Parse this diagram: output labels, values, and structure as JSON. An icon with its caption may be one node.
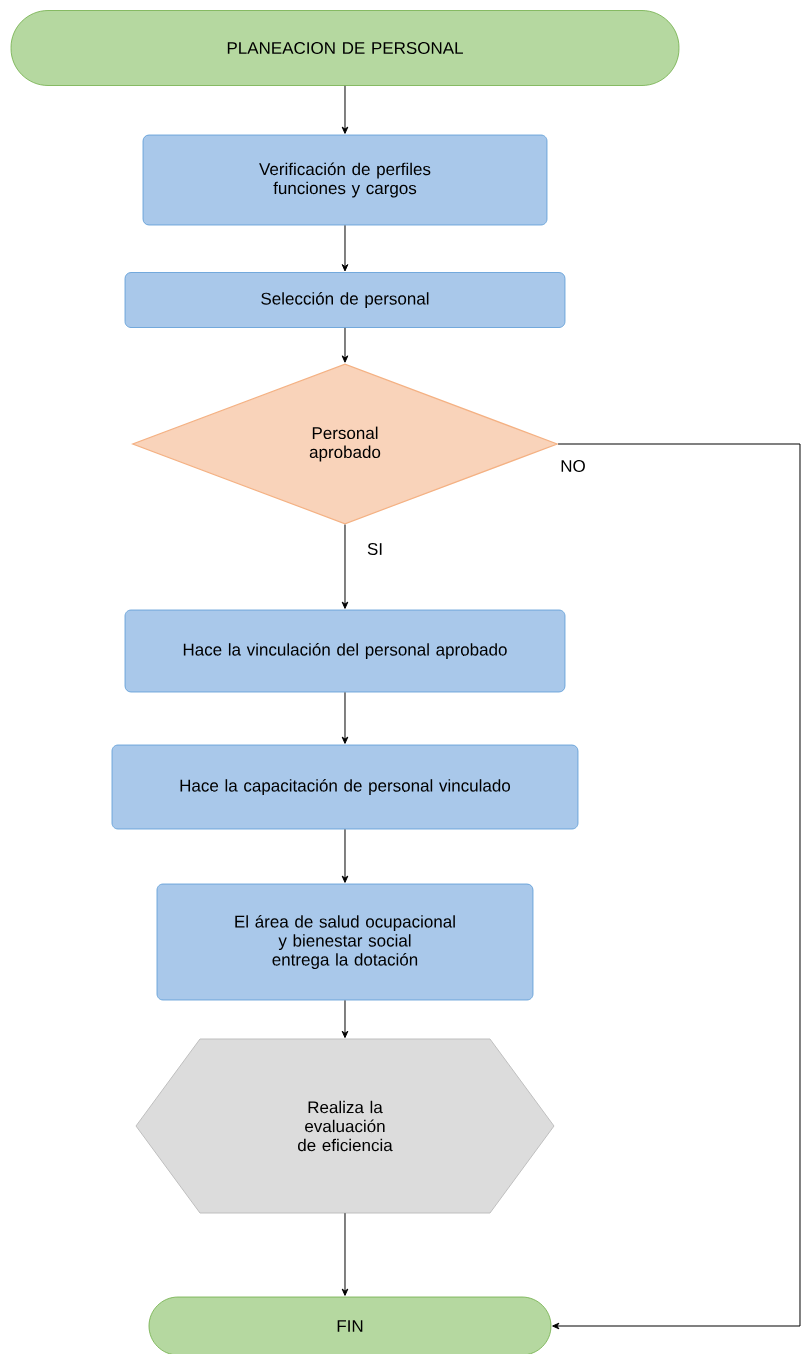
{
  "diagram": {
    "nodes": [
      {
        "text": [
          "PLANEACION DE PERSONAL"
        ]
      },
      {
        "text": [
          "Verificación de perfiles funciones y cargos"
        ]
      },
      {
        "text": [
          "Selección de personal"
        ]
      },
      {
        "text": [
          "Personal aprobado"
        ]
      },
      {
        "text": [
          "Hace la vinculación del personal aprobado"
        ]
      },
      {
        "text": [
          "Hace la capacitación de personal vinculado"
        ]
      },
      {
        "text": [
          "El área de salud ocupacional y bienestar social entrega la dotación"
        ]
      },
      {
        "text": [
          "Realiza la evaluación de eficiencia"
        ]
      },
      {
        "text": [
          "FIN"
        ]
      }
    ],
    "edges": [
      {
        "from": 0,
        "to": 1,
        "arrow": "to"
      },
      {
        "from": 1,
        "to": 2,
        "arrow": "to"
      },
      {
        "from": 2,
        "to": 3,
        "arrow": "to"
      },
      {
        "from": 3,
        "to": 4,
        "arrow": "to",
        "label": "SI"
      },
      {
        "from": 4,
        "to": 5,
        "arrow": "to"
      },
      {
        "from": 5,
        "to": 6,
        "arrow": "to"
      },
      {
        "from": 6,
        "to": 7,
        "arrow": "to"
      },
      {
        "from": 7,
        "to": 8,
        "arrow": "to"
      },
      {
        "from": 3,
        "to": 8,
        "arrow": "to",
        "label": "NO"
      }
    ]
  }
}
